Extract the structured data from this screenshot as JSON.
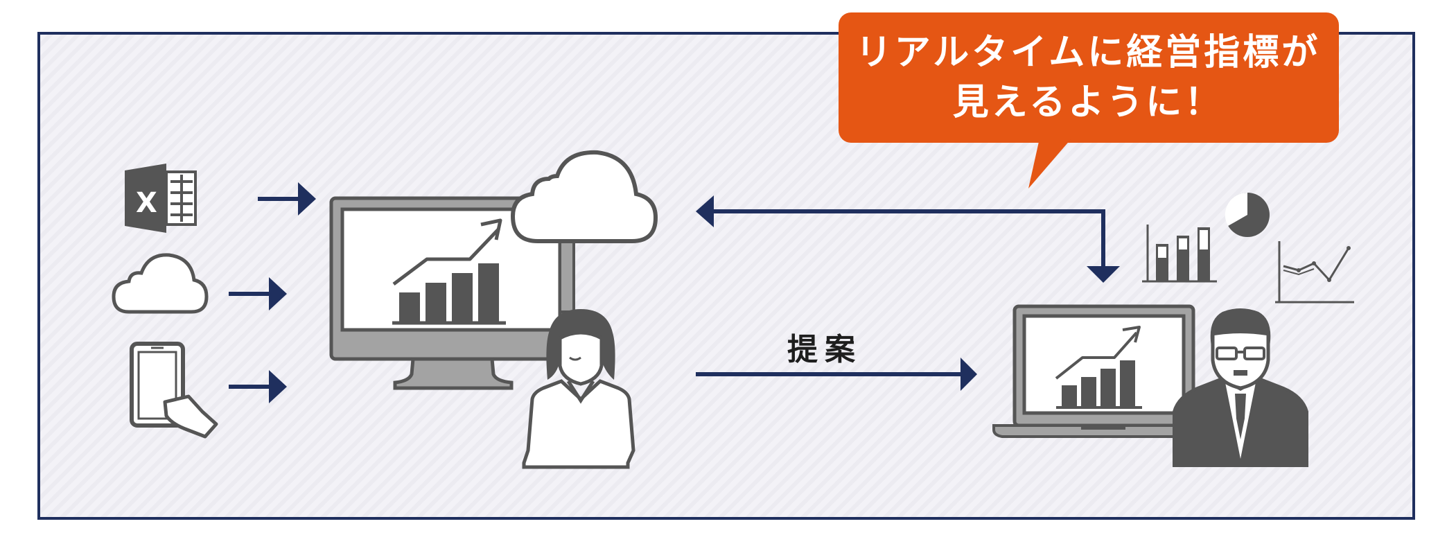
{
  "callout": {
    "line1": "リアルタイムに経営指標が",
    "line2": "見えるように！"
  },
  "proposal_label": "提案",
  "colors": {
    "frame_border": "#1f2f5e",
    "arrow": "#1f2f5e",
    "callout_bg": "#e55614",
    "panel_bg": "#f3f2f7",
    "icon_dark": "#555555",
    "icon_mid": "#a3a3a3"
  },
  "icons": [
    "excel-icon",
    "cloud-icon",
    "smartphone-icon",
    "desktop-monitor-icon",
    "woman-icon",
    "laptop-icon",
    "businessman-icon",
    "bar-chart-icon",
    "pie-chart-icon",
    "line-chart-icon"
  ]
}
